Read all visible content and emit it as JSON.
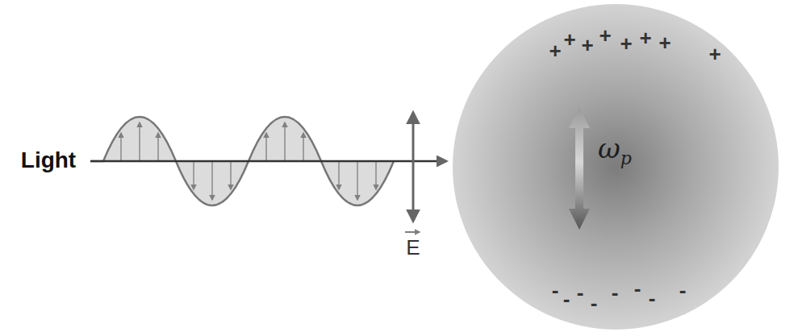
{
  "diagram": {
    "nodes": [
      {
        "text": [
          "ωp"
        ]
      }
    ],
    "labels": [
      "Light",
      "E",
      "+",
      "+",
      "+",
      "+",
      "+",
      "+",
      "+",
      "+",
      "-",
      "-",
      "-",
      "-",
      "-",
      "-",
      "-",
      "-"
    ]
  }
}
